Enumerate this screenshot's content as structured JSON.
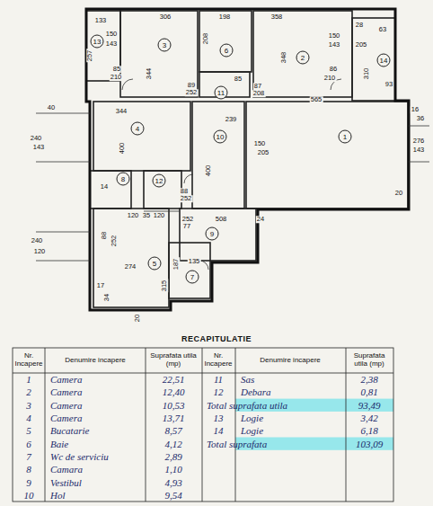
{
  "diagram": {
    "title": "RECAPITULATIE",
    "nodes": [
      {
        "text": [
          "13"
        ]
      },
      {
        "text": [
          "3"
        ]
      },
      {
        "text": [
          "6"
        ]
      },
      {
        "text": [
          "2"
        ]
      },
      {
        "text": [
          "14"
        ]
      },
      {
        "text": [
          "11"
        ]
      },
      {
        "text": [
          "4"
        ]
      },
      {
        "text": [
          "10"
        ]
      },
      {
        "text": [
          "1"
        ]
      },
      {
        "text": [
          "8"
        ]
      },
      {
        "text": [
          "12"
        ]
      },
      {
        "text": [
          "9"
        ]
      },
      {
        "text": [
          "5"
        ]
      },
      {
        "text": [
          "7"
        ]
      }
    ],
    "labels": [
      "133",
      "150",
      "143",
      "257",
      "85",
      "210",
      "306",
      "344",
      "198",
      "208",
      "89",
      "252",
      "85",
      "87",
      "208",
      "358",
      "348",
      "150",
      "143",
      "28",
      "63",
      "205",
      "310",
      "86",
      "210",
      "93",
      "40",
      "344",
      "239",
      "565",
      "150",
      "205",
      "16",
      "36",
      "240",
      "143",
      "276",
      "143",
      "400",
      "400",
      "88",
      "252",
      "14",
      "20",
      "120",
      "35",
      "120",
      "252",
      "508",
      "24",
      "88",
      "252",
      "240",
      "120",
      "274",
      "315",
      "17",
      "34",
      "20",
      "77",
      "187",
      "135",
      "Nr. Incapere",
      "Denumire incapere",
      "Suprafata utila (mp)",
      "Nr. Incapere",
      "Denumire incapere",
      "Suprafata utila (mp)",
      "1",
      "Camera",
      "22,51",
      "2",
      "Camera",
      "12,40",
      "3",
      "Camera",
      "10,53",
      "4",
      "Camera",
      "13,71",
      "5",
      "Bucatarie",
      "8,57",
      "6",
      "Baie",
      "4,12",
      "7",
      "Wc de serviciu",
      "2,89",
      "8",
      "Camara",
      "1,10",
      "9",
      "Vestibul",
      "4,93",
      "10",
      "Hol",
      "9,54",
      "11",
      "Sas",
      "2,38",
      "12",
      "Debara",
      "0,81",
      "Total suprafata utila",
      "93,49",
      "13",
      "Logie",
      "3,42",
      "14",
      "Logie",
      "6,18",
      "Total suprafata",
      "103,09"
    ]
  }
}
